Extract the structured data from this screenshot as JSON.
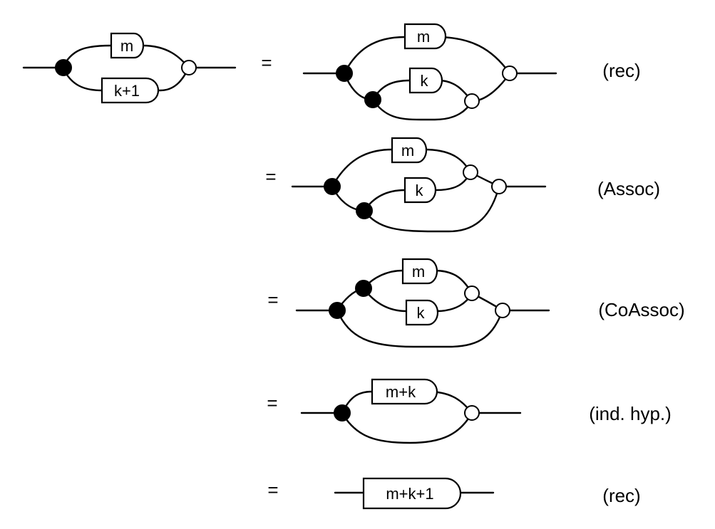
{
  "lhs": {
    "top_box": "m",
    "bottom_box": "k+1"
  },
  "equals_sign": "=",
  "steps": [
    {
      "boxes": [
        "m",
        "k"
      ],
      "rule": "(rec)"
    },
    {
      "boxes": [
        "m",
        "k"
      ],
      "rule": "(Assoc)"
    },
    {
      "boxes": [
        "m",
        "k"
      ],
      "rule": "(CoAssoc)"
    },
    {
      "boxes": [
        "m+k"
      ],
      "rule": "(ind. hyp.)"
    },
    {
      "boxes": [
        "m+k+1"
      ],
      "rule": "(rec)"
    }
  ]
}
